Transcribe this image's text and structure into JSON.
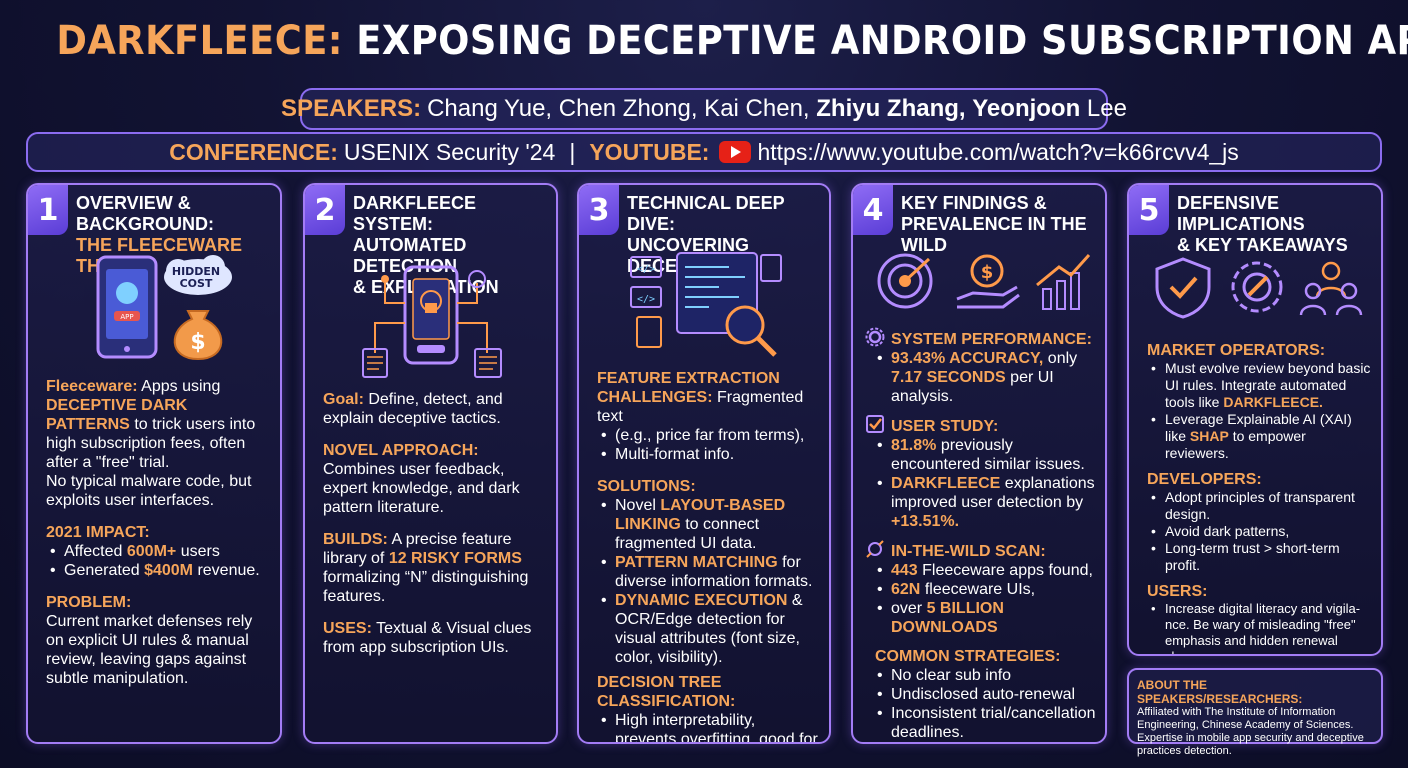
{
  "header": {
    "title_accent": "DARKFLEECE:",
    "title_rest": "EXPOSING DECEPTIVE ANDROID SUBSCRIPTION APPS"
  },
  "speakers": {
    "label": "SPEAKERS:",
    "plain": "Chang Yue, Chen Zhong, Kai Chen,",
    "bold1": "Zhiyu Zhang,",
    "bold2": "Yeonjoon",
    "last": "Lee"
  },
  "conference": {
    "label": "CONFERENCE:",
    "value": "USENIX Security '24",
    "separator": "|",
    "youtube_label": "YOUTUBE:",
    "youtube_url": "https://www.youtube.com/watch?v=k66rcvv4_js"
  },
  "cards": [
    {
      "number": "1",
      "title1": "OVERVIEW & BACKGROUND:",
      "title2": "THE FLEECEWARE THREAT",
      "icon_cloud_text1": "HIDDEN",
      "icon_cloud_text2": "COST",
      "icon_app_text": "APP",
      "p1_head": "Fleeceware:",
      "p1_a": "Apps using",
      "p1_hl": "DECEPTIVE DARK PATTERNS",
      "p1_b": "to trick users into high subscription fees, often after a \"free\" trial.",
      "p1_c": "No typical malware code, but exploits user interfaces.",
      "impact_head": "2021 IMPACT:",
      "impact_1a": "Affected",
      "impact_1hl": "600M+",
      "impact_1b": "users",
      "impact_2a": "Generated",
      "impact_2hl": "$400M",
      "impact_2b": "revenue.",
      "problem_head": "PROBLEM:",
      "problem_text": "Current market defenses rely on explicit UI rules & manual review, leaving gaps against subtle manipulation."
    },
    {
      "number": "2",
      "title1": "DARKFLEECE SYSTEM:",
      "title2": "AUTOMATED DETECTION",
      "title3": "& EXPLANATION",
      "goal_head": "Goal:",
      "goal_text": "Define, detect, and explain deceptive tactics.",
      "novel_head": "NOVEL APPROACH:",
      "novel_text": "Combines user feedback, expert knowledge, and dark pattern literature.",
      "builds_head": "BUILDS:",
      "builds_a": "A precise feature library of",
      "builds_hl": "12 RISKY FORMS",
      "builds_b": "formalizing “N” distinguishing features.",
      "uses_head": "USES:",
      "uses_text": "Textual & Visual clues from app subscription UIs."
    },
    {
      "number": "3",
      "title1": "TECHNICAL DEEP DIVE:",
      "title2": "UNCOVERING DECEPTION",
      "fe_head": "FEATURE EXTRACTION CHALLENGES:",
      "fe_text": "Fragmented text",
      "fe_b1": "(e.g., price far from terms),",
      "fe_b2": "Multi-format info.",
      "sol_head": "SOLUTIONS:",
      "sol_1a": "Novel",
      "sol_1hl": "LAYOUT-BASED LINKING",
      "sol_1b": "to connect fragmented UI data.",
      "sol_2hl": "PATTERN MATCHING",
      "sol_2b": "for diverse information formats.",
      "sol_3hl": "DYNAMIC EXECUTION",
      "sol_3b": "& OCR/Edge detection for visual attributes (font size, color, visibility).",
      "dt_head": "DECISION TREE CLASSIFICATION:",
      "dt_b1": "High interpretability, prevents overfitting, good for boolean features."
    },
    {
      "number": "4",
      "title1": "KEY FINDINGS &",
      "title2": "PREVALENCE IN THE WILD",
      "perf_head": "SYSTEM PERFORMANCE:",
      "perf_1hl": "93.43% ACCURACY,",
      "perf_1b": "only",
      "perf_2hl": "7.17 SECONDS",
      "perf_2b": "per UI analysis.",
      "study_head": "USER STUDY:",
      "study_1hl": "81.8%",
      "study_1b": "previously encountered similar issues.",
      "study_2hl": "DARKFLEECE",
      "study_2b": "explanations improved user detection by",
      "study_2hl2": "+13.51%.",
      "scan_head": "IN-THE-WILD SCAN:",
      "scan_1hl": "443",
      "scan_1b": "Fleeceware apps found,",
      "scan_2hl": "62N",
      "scan_2b": "fleeceware UIs,",
      "scan_3a": "over",
      "scan_3hl": "5 BILLION DOWNLOADS",
      "strat_head": "COMMON STRATEGIES:",
      "strat_1": "No clear sub info",
      "strat_2": "Undisclosed auto-renewal",
      "strat_3": "Inconsistent trial/cancellation deadlines."
    },
    {
      "number": "5",
      "title1": "DEFENSIVE IMPLICATIONS",
      "title2": "& KEY TAKEAWAYS",
      "mo_head": "MARKET OPERATORS:",
      "mo_1a": "Must evolve review beyond basic UI rules. Integrate automated tools like",
      "mo_1hl": "DARKFLEECE.",
      "mo_2a": "Leverage Explainable AI (XAI) like",
      "mo_2hl": "SHAP",
      "mo_2b": "to empower reviewers.",
      "dev_head": "DEVELOPERS:",
      "dev_1": "Adopt principles of transparent design.",
      "dev_2": "Avoid dark patterns,",
      "dev_3": "Long-term trust > short-term profit.",
      "users_head": "USERS:",
      "users_1": "Increase digital literacy and vigila-nce. Be wary of misleading \"free\" emphasis and hidden renewal clauses."
    }
  ],
  "about": {
    "head": "ABOUT THE SPEAKERS/RESEARCHERS:",
    "text": "Affiliated with The Institute of Information Engineering, Chinese Academy of Sciences. Expertise in mobile app security and deceptive practices detection."
  },
  "colors": {
    "accent": "#f6a55a",
    "border": "#a37cf5",
    "background": "#121333",
    "youtube_red": "#e62117"
  }
}
